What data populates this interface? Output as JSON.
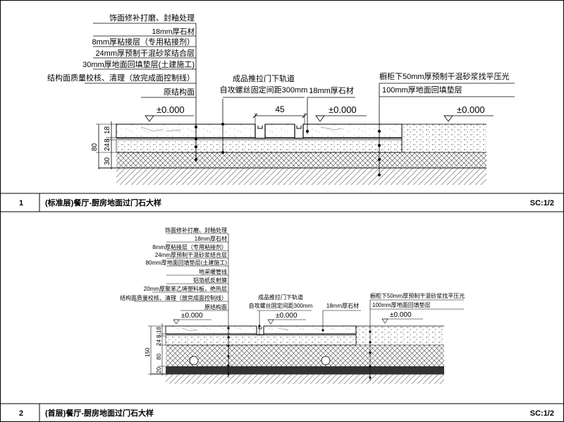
{
  "panel1": {
    "number": "1",
    "title": "(标准层)餐厅-厨房地面过门石大样",
    "scale": "SC:1/2",
    "layer_labels": [
      "饰面修补打磨、封釉处理",
      "18mm厚石材",
      "8mm厚粘接层（专用粘接剂）",
      "24mm厚预制干混砂浆结合层",
      "30mm厚地面回填垫层(土建施工)",
      "结构面质量校核、清理（放完成面控制线）",
      "原结构面"
    ],
    "track_label_1": "成品推拉门下轨道",
    "track_label_2": "自攻螺丝固定间距300mm",
    "stone_label": "18mm厚石材",
    "cabinet_label_1": "橱柜下50mm厚预制干混砂浆找平压光",
    "cabinet_label_2": "100mm厚地面回填垫层",
    "levels": [
      "±0.000",
      "±0.000",
      "±0.000"
    ],
    "dim_width": "45",
    "dims_left": [
      "18",
      "8",
      "24",
      "30"
    ],
    "dim_total": "80"
  },
  "panel2": {
    "number": "2",
    "title": "(首层)餐厅-厨房地面过门石大样",
    "scale": "SC:1/2",
    "layer_labels": [
      "饰面修补打磨、封釉处理",
      "18mm厚石材",
      "8mm厚粘接层（专用粘接剂）",
      "24mm厚预制干混砂浆结合层",
      "80mm厚地面回填垫层(土建施工)",
      "地采暖管线",
      "铝箔纸反射膜",
      "20mm厚聚苯乙烯塑料板，绝热层",
      "结构面质量校核、清理（放完成面控制线）",
      "原结构面"
    ],
    "track_label_1": "成品推拉门下轨道",
    "track_label_2": "自攻螺丝固定间距300mm",
    "stone_label": "18mm厚石材",
    "cabinet_label_1": "橱柜下50mm厚预制干混砂浆找平压光",
    "cabinet_label_2": "100mm厚地面回填垫层",
    "levels": [
      "±0.000",
      "±0.000",
      "±0.000"
    ],
    "dims_left": [
      "18",
      "8",
      "24",
      "80",
      "20"
    ],
    "dim_total": "150"
  }
}
